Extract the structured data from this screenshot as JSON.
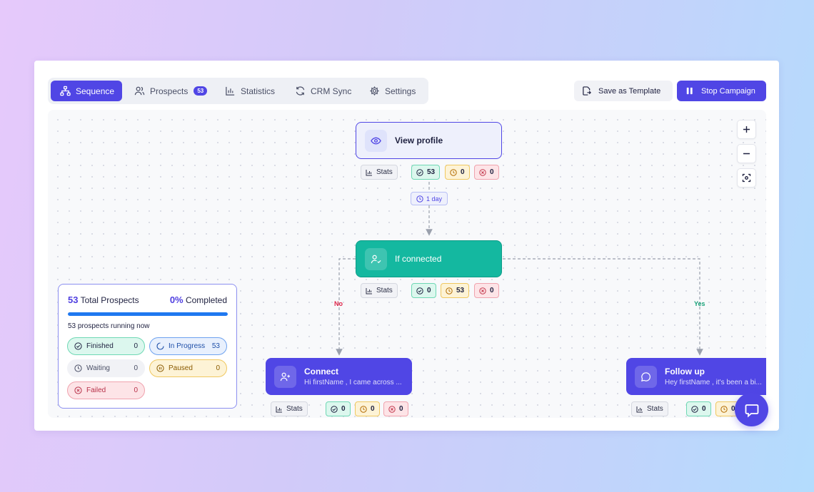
{
  "tabs": [
    {
      "label": "Sequence",
      "icon": "sitemap-icon",
      "active": true
    },
    {
      "label": "Prospects",
      "icon": "users-icon",
      "badge": "53"
    },
    {
      "label": "Statistics",
      "icon": "bar-chart-icon"
    },
    {
      "label": "CRM Sync",
      "icon": "refresh-icon"
    },
    {
      "label": "Settings",
      "icon": "gear-icon"
    }
  ],
  "actions": {
    "save_template": "Save as Template",
    "stop_campaign": "Stop Campaign"
  },
  "colors": {
    "primary": "#5046e5",
    "teal": "#14b8a0",
    "success": "#6fd8b4",
    "warning": "#f0c860",
    "danger": "#f0a3ae"
  },
  "flow": {
    "view_profile": {
      "title": "View profile",
      "stats_label": "Stats",
      "done": "53",
      "waiting": "0",
      "failed": "0"
    },
    "delay": "1 day",
    "if_connected": {
      "title": "If connected",
      "stats_label": "Stats",
      "done": "0",
      "waiting": "53",
      "failed": "0"
    },
    "branch_no": "No",
    "branch_yes": "Yes",
    "connect": {
      "title": "Connect",
      "subtitle": "Hi firstName , I came across ...",
      "stats_label": "Stats",
      "done": "0",
      "waiting": "0",
      "failed": "0"
    },
    "follow_up": {
      "title": "Follow up",
      "subtitle": "Hey firstName , it's been a bi...",
      "stats_label": "Stats",
      "done": "0",
      "waiting": "0"
    }
  },
  "prospects": {
    "total": "53",
    "total_label": "Total Prospects",
    "completed_pct": "0%",
    "completed_label": "Completed",
    "progress_fraction": 1.0,
    "running_text": "53 prospects running now",
    "statuses": {
      "finished": {
        "label": "Finished",
        "count": "0"
      },
      "in_progress": {
        "label": "In Progress",
        "count": "53"
      },
      "waiting": {
        "label": "Waiting",
        "count": "0"
      },
      "paused": {
        "label": "Paused",
        "count": "0"
      },
      "failed": {
        "label": "Failed",
        "count": "0"
      }
    }
  }
}
